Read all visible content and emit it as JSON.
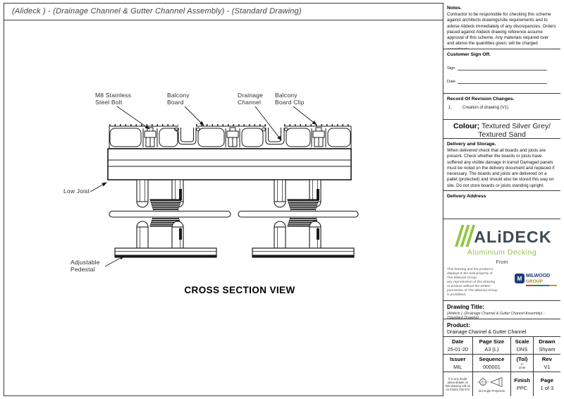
{
  "title_bar": {
    "title": "(Alideck ) - (Drainage Channel & Gutter Channel Assembly) - (Standard Drawing)"
  },
  "drawing": {
    "labels": {
      "m8_bolt": "M8 Stainless\nSteel Bolt",
      "balcony_board": "Balcony\nBoard",
      "drainage_channel": "Drainage\nChannel",
      "balcony_board_clip": "Balcony\nBoard Clip",
      "low_joist": "Low Joist",
      "adjustable_pedestal": "Adjustable\nPedestal"
    },
    "caption": "CROSS SECTION VIEW"
  },
  "panel": {
    "notes": {
      "heading": "Notes.",
      "body": "Contractor to be responsible for checking this scheme against architects drawings/site requirements and to advise Alideck immediately of any discrepancies. Orders placed against Alideck drawing reference assume approval of this scheme. Any materials required over and above the quantities given, will be charged accordingly."
    },
    "sign_off": {
      "heading": "Customer Sign Off.",
      "sign_label": "Sign",
      "date_label": "Date"
    },
    "revisions": {
      "heading": "Record Of Revision Changes.",
      "items": [
        {
          "num": "1.",
          "text": "Creation of drawing (V1)"
        }
      ]
    },
    "colour": {
      "label": "Colour;",
      "value_line1": "Textured Silver Grey/",
      "value_line2": "Textured Sand"
    },
    "delivery_storage": {
      "heading": "Delivery and Storage.",
      "body": "When delivered check that all boards and joists are present. Check whether the boards or joists have suffered any visible damage in transit Damaged panels must be noted on the delivery document and replaced if necessary. The boards and joists are delivered on a pallet (protected) and should also be stored this way on site. Do not store boards or joists standing upright."
    },
    "delivery_address": {
      "heading": "Delivery Address"
    },
    "branding": {
      "logo_text": "ALiDECK",
      "logo_sub": "Aluminium Decking",
      "from_label": "From",
      "property_text": "This drawing and the product it\ndisplays is the sole property of\nThe Milwood Group\nany reproduction of this drawing\nor product without the written\npermission of The Milwood Group\nis prohibited.",
      "milwood_name": "MILWOOD",
      "milwood_group": "GROUP",
      "milwood_monogram": "M",
      "colors": {
        "green": "#8dc63f",
        "navy": "#3d4a52",
        "milwood_blue": "#1d3d7a",
        "milwood_gold": "#a8882a"
      }
    },
    "drawing_title": {
      "heading": "Drawing Title:",
      "value": "(Alideck ) -(Drainage Channel & Gutter Channel Assembly) -(Standard Drawing)"
    },
    "product": {
      "heading": "Product:",
      "value": "Drainage Channel & Gutter Channel"
    },
    "table": {
      "row1": [
        {
          "label": "Date",
          "value": "25-01-20"
        },
        {
          "label": "Page Size",
          "value": "A3 (L)"
        },
        {
          "label": "Scale",
          "value": "DNS"
        },
        {
          "label": "Drawn",
          "value": "Shyam"
        }
      ],
      "row2": [
        {
          "label": "Issuer",
          "value": "MIL"
        },
        {
          "label": "Sequence",
          "value": "000001"
        },
        {
          "label": "(Tol)",
          "value": "+/-\n1mm"
        },
        {
          "label": "Rev",
          "value": "V1"
        }
      ],
      "row3": {
        "note": "If in any doubt about details on this drawing call us on 01622 235 672",
        "projection": "3rd Angle Projection",
        "finish_label": "Finish",
        "finish_value": "PPC",
        "page_label": "Page",
        "page_value": "1 of 3"
      }
    }
  }
}
